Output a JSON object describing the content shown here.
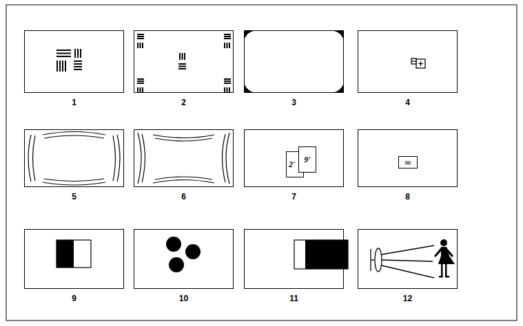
{
  "diagram": {
    "nodes": [
      {
        "text": [
          "1"
        ]
      },
      {
        "text": [
          "2"
        ]
      },
      {
        "text": [
          "3"
        ]
      },
      {
        "text": [
          "4"
        ]
      },
      {
        "text": [
          "5"
        ]
      },
      {
        "text": [
          "6"
        ]
      },
      {
        "text": [
          "7"
        ]
      },
      {
        "text": [
          "2'"
        ],
        "in": 6
      },
      {
        "text": [
          "9'"
        ],
        "in": 6
      },
      {
        "text": [
          "8"
        ]
      },
      {
        "text": [
          "∞"
        ],
        "in": 9
      },
      {
        "text": [
          "9"
        ]
      },
      {
        "text": [
          "10"
        ]
      },
      {
        "text": [
          "11"
        ]
      },
      {
        "text": [
          "12"
        ]
      }
    ]
  }
}
